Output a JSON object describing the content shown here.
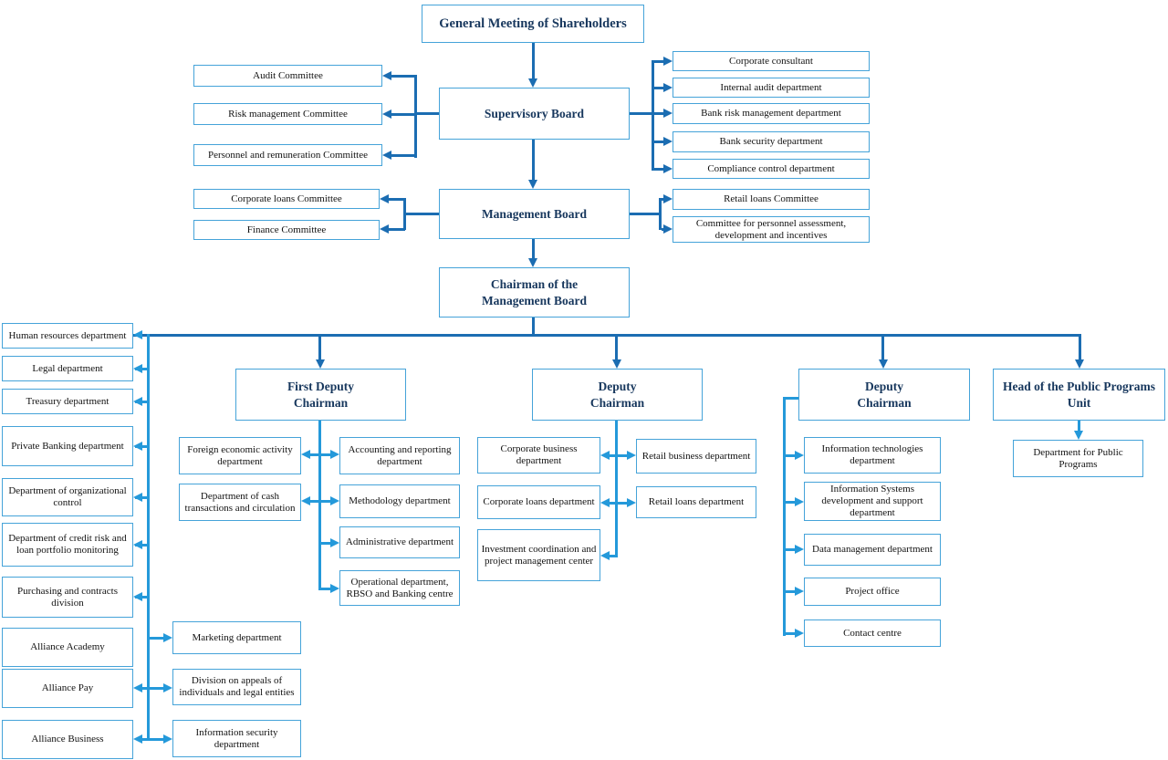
{
  "colors": {
    "line_dark": "#1b6db2",
    "line_light": "#2499da",
    "box_border": "#45a3d9",
    "head_text": "#17375d",
    "body_text": "#121212"
  },
  "nodes": {
    "gms": {
      "label": "General Meeting of Shareholders"
    },
    "sb": {
      "label": "Supervisory Board"
    },
    "mb": {
      "label": "Management Board"
    },
    "chairman": {
      "label": "Chairman of the\nManagement Board"
    },
    "fdc": {
      "label": "First Deputy\nChairman"
    },
    "dc1": {
      "label": "Deputy\nChairman"
    },
    "dc2": {
      "label": "Deputy\nChairman"
    },
    "hpu": {
      "label": "Head of the Public Programs\nUnit"
    },
    "audit": {
      "label": "Audit Committee"
    },
    "risk": {
      "label": "Risk management Committee"
    },
    "personnel": {
      "label": "Personnel and remuneration Committee"
    },
    "corp_consultant": {
      "label": "Corporate consultant"
    },
    "internal_audit": {
      "label": "Internal audit department"
    },
    "bank_risk": {
      "label": "Bank risk management department"
    },
    "bank_security": {
      "label": "Bank security department"
    },
    "compliance": {
      "label": "Compliance control department"
    },
    "corp_loans_c": {
      "label": "Corporate loans Committee"
    },
    "finance_c": {
      "label": "Finance Committee"
    },
    "retail_loans_c": {
      "label": "Retail loans Committee"
    },
    "personnel_assess": {
      "label": "Committee for personnel assessment, development and incentives"
    },
    "hr": {
      "label": "Human resources department"
    },
    "legal": {
      "label": "Legal department"
    },
    "treasury": {
      "label": "Treasury department"
    },
    "private_banking": {
      "label": "Private Banking department"
    },
    "org_control": {
      "label": "Department of organizational control"
    },
    "credit_risk": {
      "label": "Department of  credit risk and loan portfolio monitoring"
    },
    "purchasing": {
      "label": "Purchasing and contracts division"
    },
    "academy": {
      "label": "Alliance Academy"
    },
    "pay": {
      "label": "Alliance Pay"
    },
    "business": {
      "label": "Alliance Business"
    },
    "marketing": {
      "label": "Marketing department"
    },
    "appeals": {
      "label": "Division on appeals of individuals and legal entities"
    },
    "infosec": {
      "label": "Information security department"
    },
    "foreign": {
      "label": "Foreign economic activity department"
    },
    "cash": {
      "label": "Department of cash transactions and circulation"
    },
    "accounting": {
      "label": "Accounting and reporting department"
    },
    "methodology": {
      "label": "Methodology department"
    },
    "administrative": {
      "label": "Administrative department"
    },
    "operational": {
      "label": "Operational department, RBSO and Banking centre"
    },
    "corp_business": {
      "label": "Corporate business department"
    },
    "corp_loans_d": {
      "label": "Corporate loans department"
    },
    "investment": {
      "label": "Investment coordination and project management center"
    },
    "retail_business": {
      "label": "Retail business department"
    },
    "retail_loans_d": {
      "label": "Retail loans department"
    },
    "it_dept": {
      "label": "Information technologies department"
    },
    "is_dev": {
      "label": "Information Systems development and support department"
    },
    "data_mgmt": {
      "label": "Data management department"
    },
    "project_office": {
      "label": "Project office"
    },
    "contact": {
      "label": "Contact centre"
    },
    "public_programs": {
      "label": "Department for Public Programs"
    }
  }
}
